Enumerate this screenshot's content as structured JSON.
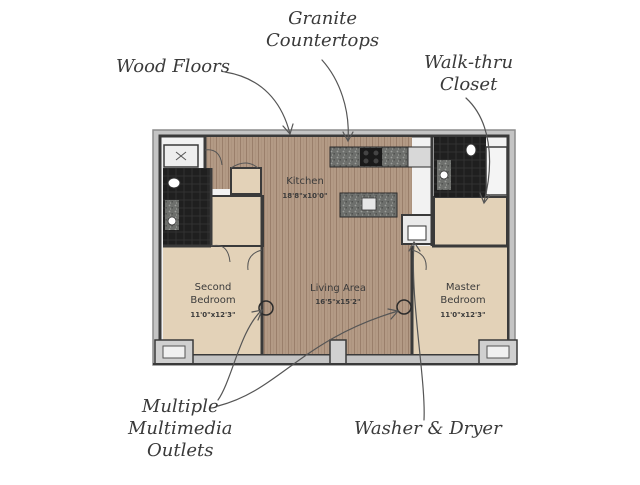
{
  "callouts": {
    "wood_floors": "Wood Floors",
    "granite_line1": "Granite",
    "granite_line2": "Countertops",
    "walkthru_line1": "Walk-thru",
    "walkthru_line2": "Closet",
    "outlets_line1": "Multiple",
    "outlets_line2": "Multimedia",
    "outlets_line3": "Outlets",
    "washer_dryer": "Washer & Dryer"
  },
  "rooms": {
    "kitchen": {
      "name": "Kitchen",
      "dims": "18'8\"x10'0\""
    },
    "living": {
      "name": "Living Area",
      "dims": "16'5\"x15'2\""
    },
    "second_bedroom": {
      "name_line1": "Second",
      "name_line2": "Bedroom",
      "dims": "11'0\"x12'3\""
    },
    "master_bedroom": {
      "name_line1": "Master",
      "name_line2": "Bedroom",
      "dims": "11'0\"x12'3\""
    }
  },
  "colors": {
    "wall": "#3a3a3a",
    "outer_wall": "#a8a8a8",
    "wood": "#b39a85",
    "wood_line": "#9a7f6b",
    "carpet": "#e3d2b8",
    "tile": "#1f1f1f",
    "granite": "#6d6f6c",
    "callout_line": "#555555"
  }
}
